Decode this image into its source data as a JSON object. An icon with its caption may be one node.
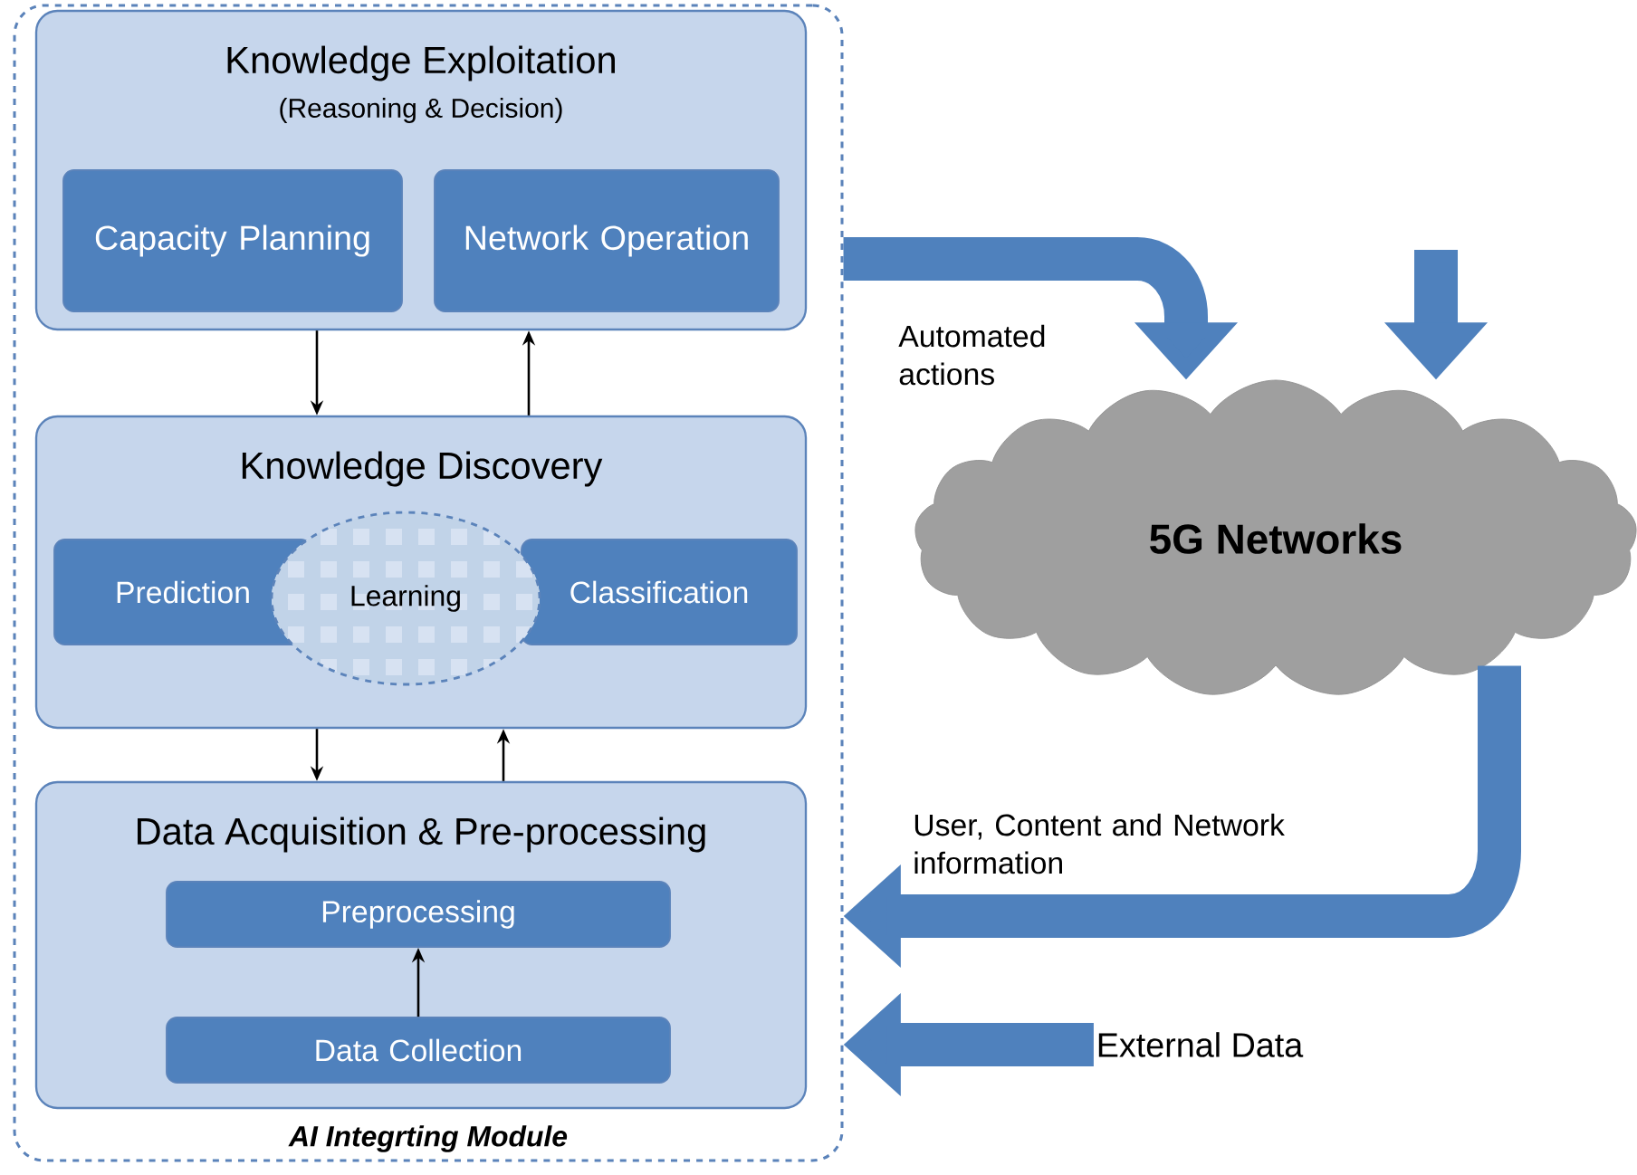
{
  "diagram": {
    "nodes": [
      {
        "text": [
          "AI Integrting Module"
        ]
      },
      {
        "text": [
          "Knowledge Exploitation",
          "(Reasoning & Decision)"
        ],
        "in": 0
      },
      {
        "text": [
          "Capacity Planning"
        ],
        "in": 1
      },
      {
        "text": [
          "Network Operation"
        ],
        "in": 1
      },
      {
        "text": [
          "Knowledge Discovery"
        ],
        "in": 0
      },
      {
        "text": [
          "Prediction"
        ],
        "in": 4
      },
      {
        "text": [
          "Classification"
        ],
        "in": 4
      },
      {
        "text": [
          "Learning"
        ],
        "in": 4
      },
      {
        "text": [
          "Data Acquisition & Pre-processing"
        ],
        "in": 0
      },
      {
        "text": [
          "Preprocessing"
        ],
        "in": 8
      },
      {
        "text": [
          "Data Collection"
        ],
        "in": 8
      },
      {
        "text": [
          "5G Networks"
        ]
      },
      {
        "text": [
          "External Data"
        ]
      }
    ],
    "edges": [
      {
        "from": 1,
        "to": 4,
        "arrow": "to"
      },
      {
        "from": 4,
        "to": 1,
        "arrow": "to"
      },
      {
        "from": 4,
        "to": 8,
        "arrow": "to"
      },
      {
        "from": 8,
        "to": 4,
        "arrow": "to"
      },
      {
        "from": 10,
        "to": 9,
        "arrow": "to"
      },
      {
        "from": 0,
        "to": 11,
        "arrow": "to",
        "label": "Automated actions",
        "style": "thick",
        "color": "#4f81bd"
      },
      {
        "from": null,
        "to": 11,
        "arrow": "to",
        "style": "thick",
        "color": "#4f81bd"
      },
      {
        "from": 11,
        "to": 0,
        "arrow": "to",
        "label": "User, Content and Network information",
        "style": "thick",
        "color": "#4f81bd"
      },
      {
        "from": 12,
        "to": 0,
        "arrow": "to",
        "style": "thick",
        "color": "#4f81bd"
      }
    ]
  }
}
